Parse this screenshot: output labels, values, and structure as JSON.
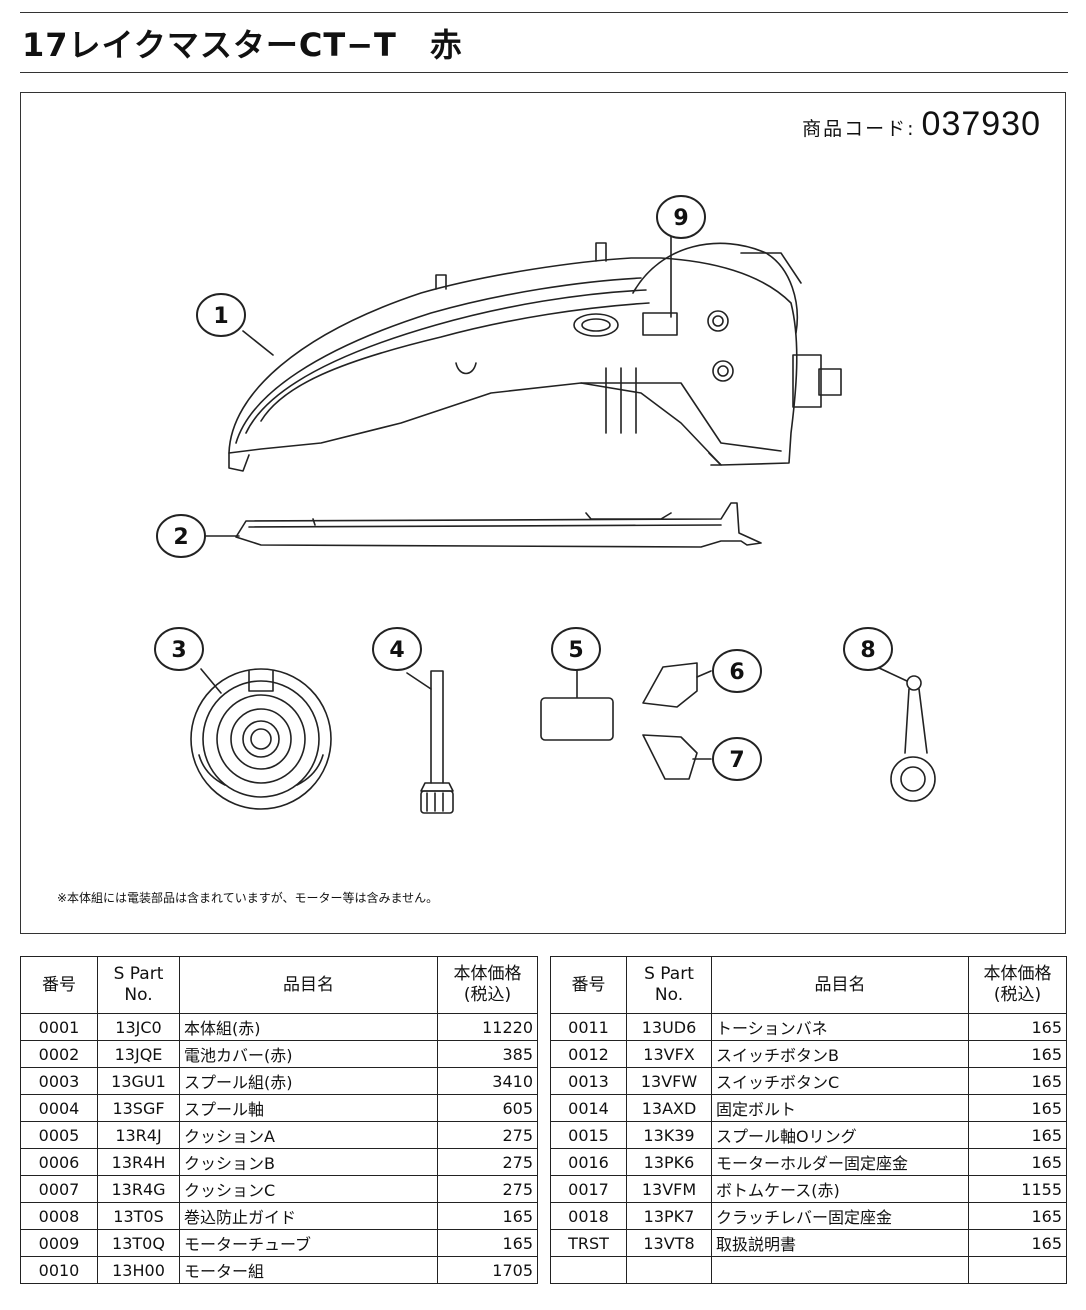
{
  "title": "17レイクマスターCT−T　赤",
  "product_code": {
    "label": "商品コード:",
    "value": "037930"
  },
  "diagram": {
    "callouts": [
      "1",
      "2",
      "3",
      "4",
      "5",
      "6",
      "7",
      "8",
      "9"
    ],
    "note": "※本体組には電装部品は含まれていますが、モーター等は含みません。"
  },
  "table": {
    "headers": {
      "no": "番号",
      "part": "S Part\nNo.",
      "name": "品目名",
      "price": "本体価格\n(税込)"
    },
    "left_rows": [
      {
        "no": "0001",
        "part": "13JC0",
        "name": "本体組(赤)",
        "price": "11220"
      },
      {
        "no": "0002",
        "part": "13JQE",
        "name": "電池カバー(赤)",
        "price": "385"
      },
      {
        "no": "0003",
        "part": "13GU1",
        "name": "スプール組(赤)",
        "price": "3410"
      },
      {
        "no": "0004",
        "part": "13SGF",
        "name": "スプール軸",
        "price": "605"
      },
      {
        "no": "0005",
        "part": "13R4J",
        "name": "クッションA",
        "price": "275"
      },
      {
        "no": "0006",
        "part": "13R4H",
        "name": "クッションB",
        "price": "275"
      },
      {
        "no": "0007",
        "part": "13R4G",
        "name": "クッションC",
        "price": "275"
      },
      {
        "no": "0008",
        "part": "13T0S",
        "name": "巻込防止ガイド",
        "price": "165"
      },
      {
        "no": "0009",
        "part": "13T0Q",
        "name": "モーターチューブ",
        "price": "165"
      },
      {
        "no": "0010",
        "part": "13H00",
        "name": "モーター組",
        "price": "1705"
      }
    ],
    "right_rows": [
      {
        "no": "0011",
        "part": "13UD6",
        "name": "トーションバネ",
        "price": "165"
      },
      {
        "no": "0012",
        "part": "13VFX",
        "name": "スイッチボタンB",
        "price": "165"
      },
      {
        "no": "0013",
        "part": "13VFW",
        "name": "スイッチボタンC",
        "price": "165"
      },
      {
        "no": "0014",
        "part": "13AXD",
        "name": "固定ボルト",
        "price": "165"
      },
      {
        "no": "0015",
        "part": "13K39",
        "name": "スプール軸Oリング",
        "price": "165"
      },
      {
        "no": "0016",
        "part": "13PK6",
        "name": "モーターホルダー固定座金",
        "price": "165"
      },
      {
        "no": "0017",
        "part": "13VFM",
        "name": "ボトムケース(赤)",
        "price": "1155"
      },
      {
        "no": "0018",
        "part": "13PK7",
        "name": "クラッチレバー固定座金",
        "price": "165"
      },
      {
        "no": "TRST",
        "part": "13VT8",
        "name": "取扱説明書",
        "price": "165"
      },
      {
        "no": "",
        "part": "",
        "name": "",
        "price": ""
      }
    ]
  }
}
